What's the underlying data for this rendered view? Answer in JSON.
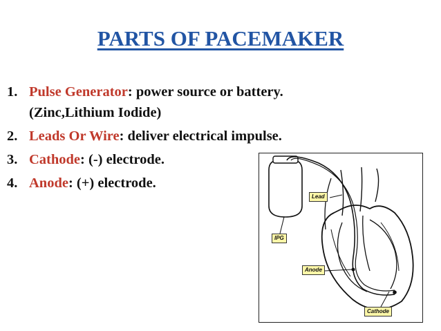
{
  "title": "PARTS OF PACEMAKER",
  "items": [
    {
      "num": "1.",
      "term": "Pulse Generator",
      "desc": ": power source or battery.",
      "extra": "(Zinc,Lithium Iodide)"
    },
    {
      "num": "2.",
      "term": "Leads Or Wire",
      "desc": ": deliver electrical impulse."
    },
    {
      "num": "3.",
      "term": "Cathode",
      "desc": ": (-) electrode."
    },
    {
      "num": "4.",
      "term": "Anode",
      "desc": ": (+) electrode."
    }
  ],
  "figure": {
    "labels": {
      "lead": "Lead",
      "ipg": "IPG",
      "anode": "Anode",
      "cathode": "Cathode"
    }
  },
  "colors": {
    "title": "#2255a4",
    "term": "#c0392b",
    "callout": "#fdf7a8"
  }
}
